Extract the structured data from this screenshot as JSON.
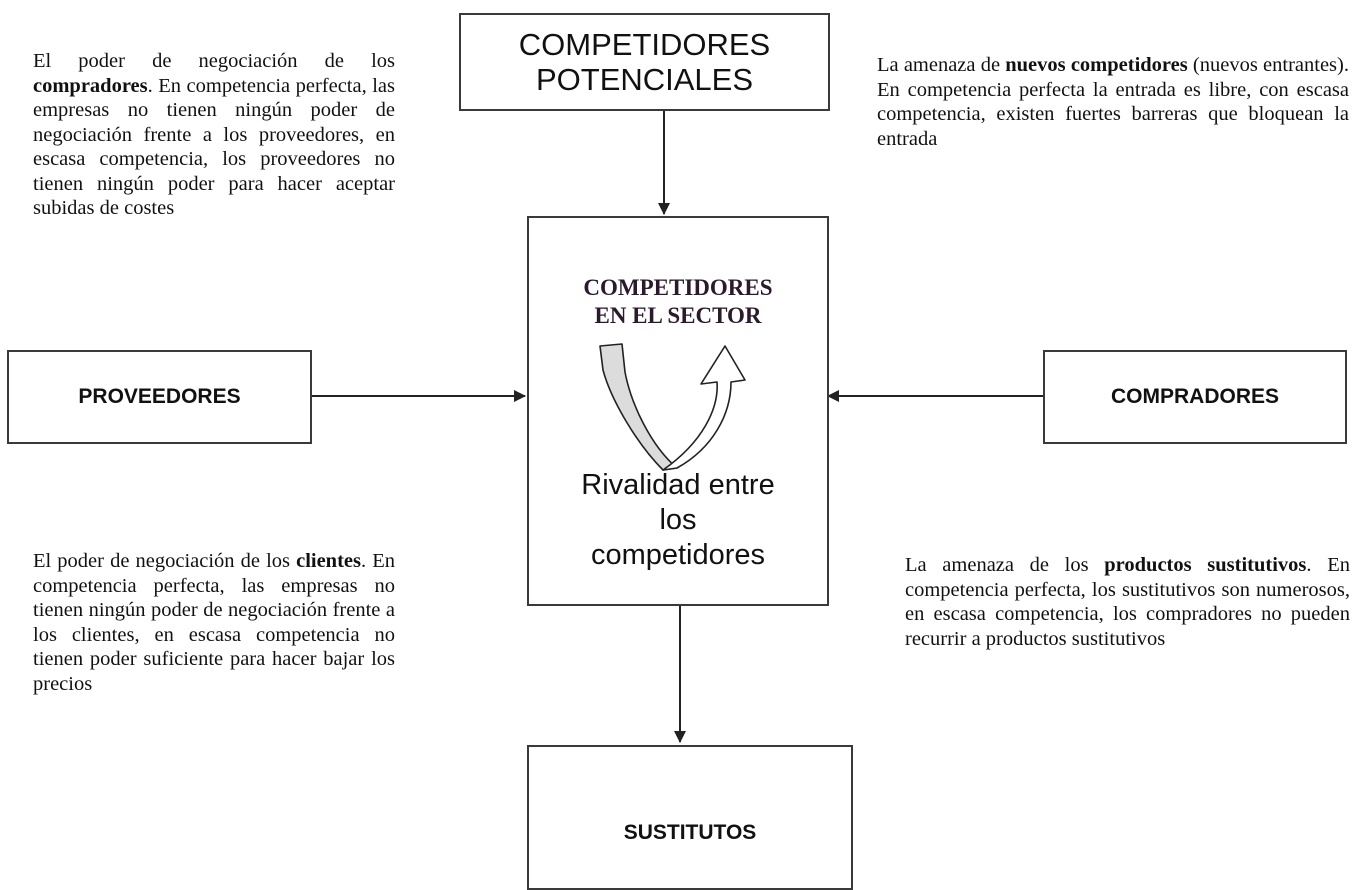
{
  "boxes": {
    "potenciales_line1": "COMPETIDORES",
    "potenciales_line2": "POTENCIALES",
    "sector_line1": "COMPETIDORES",
    "sector_line2": "EN EL SECTOR",
    "rivalidad_line1": "Rivalidad entre",
    "rivalidad_line2": "los",
    "rivalidad_line3": "competidores",
    "proveedores": "PROVEEDORES",
    "compradores": "COMPRADORES",
    "sustitutos": "SUSTITUTOS"
  },
  "notes": {
    "top_left": {
      "pre": "El poder de negociación de los ",
      "bold": "compradores",
      "post": ". En competencia perfecta, las empresas no tienen ningún poder de negociación frente a los proveedores, en escasa competencia, los proveedores no tienen ningún poder para hacer aceptar subidas de costes"
    },
    "top_right": {
      "pre": "La amenaza de ",
      "bold": "nuevos competidores",
      "post": " (nuevos entrantes). En competencia perfecta la entrada es libre, con escasa competencia, existen fuertes barreras que bloquean la entrada"
    },
    "bottom_left": {
      "pre": "El poder de negociación de los ",
      "bold": "clientes",
      "post": ". En competencia perfecta, las empresas no tienen ningún poder de negociación frente a los clientes, en escasa competencia no tienen poder suficiente para hacer bajar los precios"
    },
    "bottom_right": {
      "pre": "La amenaza de los ",
      "bold": "productos sustitutivos",
      "post": ". En competencia perfecta, los sustitutivos son numerosos, en escasa competencia, los compradores no pueden recurrir a productos sustitutivos"
    }
  },
  "colors": {
    "border": "#3a3a3a",
    "text": "#111111",
    "sector_title": "#2b1a2c",
    "arrow_fill": "#dcdcdc"
  },
  "icons": {
    "rivalry_arrow": "u-turn-arrow-icon"
  }
}
